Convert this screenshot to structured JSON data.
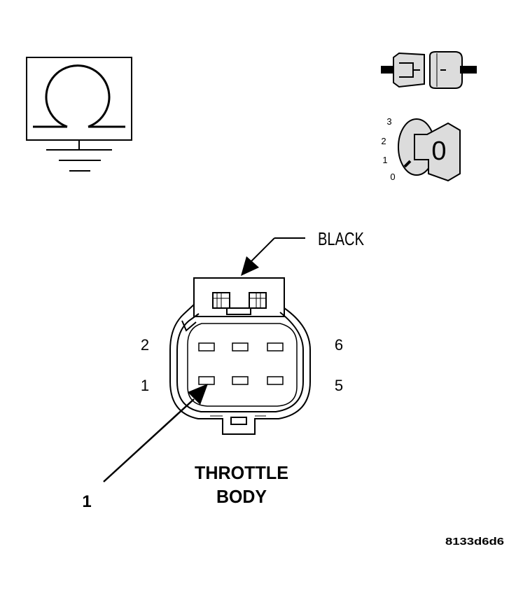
{
  "connector": {
    "color_label": "BLACK",
    "name_line1": "THROTTLE",
    "name_line2": "BODY",
    "pin_labels": {
      "top_left": "2",
      "bottom_left": "1",
      "top_right": "6",
      "bottom_right": "5"
    },
    "callout_number": "1"
  },
  "ignition_key": {
    "position_labels": [
      "3",
      "2",
      "1",
      "0"
    ],
    "key_glyph": "0"
  },
  "figure_code": "8133d6d6",
  "icons": [
    "ohmmeter-ground-icon",
    "connector-disconnected-icon",
    "ignition-key-off-icon"
  ],
  "colors": {
    "line": "#000000",
    "fill_light": "#dcdcdc",
    "background": "#ffffff"
  }
}
